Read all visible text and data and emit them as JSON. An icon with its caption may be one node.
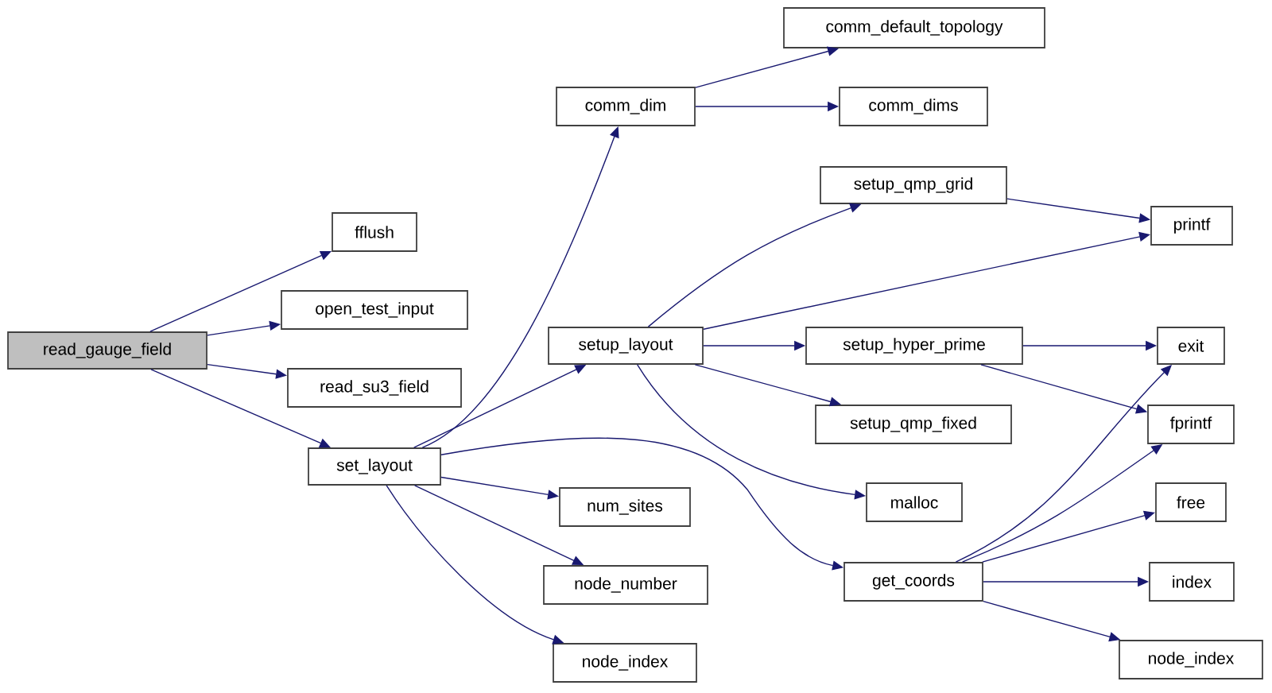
{
  "diagram": {
    "nodes": [
      {
        "text": [
          "read_gauge_field"
        ]
      },
      {
        "text": [
          "fflush"
        ]
      },
      {
        "text": [
          "open_test_input"
        ]
      },
      {
        "text": [
          "read_su3_field"
        ]
      },
      {
        "text": [
          "set_layout"
        ]
      },
      {
        "text": [
          "comm_dim"
        ]
      },
      {
        "text": [
          "comm_default_topology"
        ]
      },
      {
        "text": [
          "comm_dims"
        ]
      },
      {
        "text": [
          "setup_layout"
        ]
      },
      {
        "text": [
          "setup_qmp_grid"
        ]
      },
      {
        "text": [
          "printf"
        ]
      },
      {
        "text": [
          "setup_hyper_prime"
        ]
      },
      {
        "text": [
          "exit"
        ]
      },
      {
        "text": [
          "setup_qmp_fixed"
        ]
      },
      {
        "text": [
          "fprintf"
        ]
      },
      {
        "text": [
          "malloc"
        ]
      },
      {
        "text": [
          "num_sites"
        ]
      },
      {
        "text": [
          "get_coords"
        ]
      },
      {
        "text": [
          "free"
        ]
      },
      {
        "text": [
          "node_number"
        ]
      },
      {
        "text": [
          "index"
        ]
      },
      {
        "text": [
          "node_index"
        ]
      },
      {
        "text": [
          "node_index"
        ]
      }
    ],
    "edges": [
      {
        "from": 0,
        "to": 1,
        "arrow": "to"
      },
      {
        "from": 0,
        "to": 2,
        "arrow": "to"
      },
      {
        "from": 0,
        "to": 3,
        "arrow": "to"
      },
      {
        "from": 0,
        "to": 4,
        "arrow": "to"
      },
      {
        "from": 4,
        "to": 5,
        "arrow": "to"
      },
      {
        "from": 4,
        "to": 8,
        "arrow": "to"
      },
      {
        "from": 4,
        "to": 17,
        "arrow": "to"
      },
      {
        "from": 4,
        "to": 16,
        "arrow": "to"
      },
      {
        "from": 4,
        "to": 19,
        "arrow": "to"
      },
      {
        "from": 4,
        "to": 21,
        "arrow": "to"
      },
      {
        "from": 5,
        "to": 6,
        "arrow": "to"
      },
      {
        "from": 5,
        "to": 7,
        "arrow": "to"
      },
      {
        "from": 8,
        "to": 9,
        "arrow": "to"
      },
      {
        "from": 8,
        "to": 10,
        "arrow": "to"
      },
      {
        "from": 8,
        "to": 11,
        "arrow": "to"
      },
      {
        "from": 8,
        "to": 13,
        "arrow": "to"
      },
      {
        "from": 8,
        "to": 15,
        "arrow": "to"
      },
      {
        "from": 9,
        "to": 10,
        "arrow": "to"
      },
      {
        "from": 11,
        "to": 12,
        "arrow": "to"
      },
      {
        "from": 11,
        "to": 14,
        "arrow": "to"
      },
      {
        "from": 17,
        "to": 12,
        "arrow": "to"
      },
      {
        "from": 17,
        "to": 14,
        "arrow": "to"
      },
      {
        "from": 17,
        "to": 18,
        "arrow": "to"
      },
      {
        "from": 17,
        "to": 20,
        "arrow": "to"
      },
      {
        "from": 17,
        "to": 22,
        "arrow": "to"
      }
    ]
  }
}
